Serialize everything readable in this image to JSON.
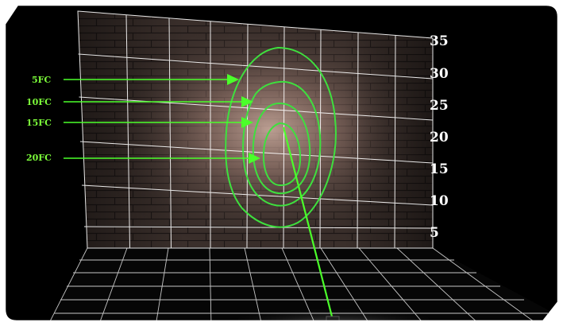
{
  "illumination_diagram": {
    "scale_labels": [
      "35",
      "30",
      "25",
      "20",
      "15",
      "10",
      "5"
    ],
    "contour_labels": [
      "5FC",
      "10FC",
      "15FC",
      "20FC"
    ]
  },
  "colors": {
    "frame": "#000000",
    "border": "#ffffff",
    "wall_base": "#2a2320",
    "wall_glow": "#c8a99b",
    "grid": "#ffffff",
    "contour": "#3ee03e",
    "beam": "#4bff2a",
    "label": "#7dff3a"
  }
}
